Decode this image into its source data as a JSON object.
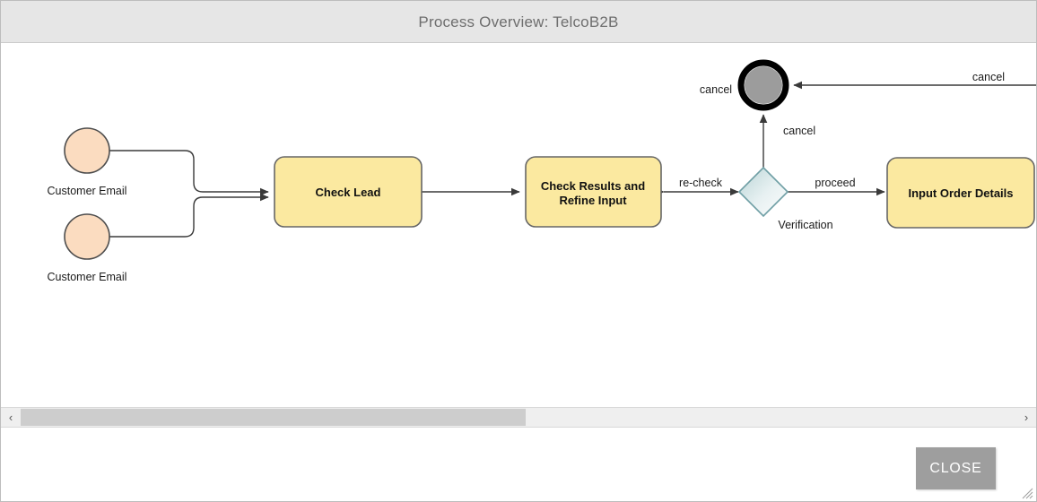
{
  "window": {
    "title": "Process Overview: TelcoB2B"
  },
  "diagram": {
    "start_events": [
      {
        "label": "Customer Email"
      },
      {
        "label": "Customer Email"
      }
    ],
    "tasks": [
      {
        "label": "Check Lead"
      },
      {
        "label_line1": "Check Results and",
        "label_line2": "Refine Input"
      },
      {
        "label": "Input Order Details"
      }
    ],
    "gateway": {
      "label": "Verification"
    },
    "end_event": {
      "label": ""
    },
    "edges": [
      {
        "label": "re-check"
      },
      {
        "label": "proceed"
      },
      {
        "label": "cancel"
      },
      {
        "label": "cancel"
      },
      {
        "label": "cancel"
      }
    ],
    "colors": {
      "event_fill": "#fbdcc0",
      "event_stroke": "#4d4d4d",
      "task_fill": "#fbe9a0",
      "task_stroke": "#666666",
      "gateway_fill_start": "#b9d4d6",
      "gateway_fill_end": "#fcfdfd",
      "gateway_stroke": "#6f9fa5",
      "end_fill": "#9c9c9c",
      "end_stroke": "#000000",
      "connector": "#3a3a3a"
    }
  },
  "scrollbar": {
    "left_arrow": "‹",
    "right_arrow": "›"
  },
  "footer": {
    "close_label": "CLOSE"
  }
}
